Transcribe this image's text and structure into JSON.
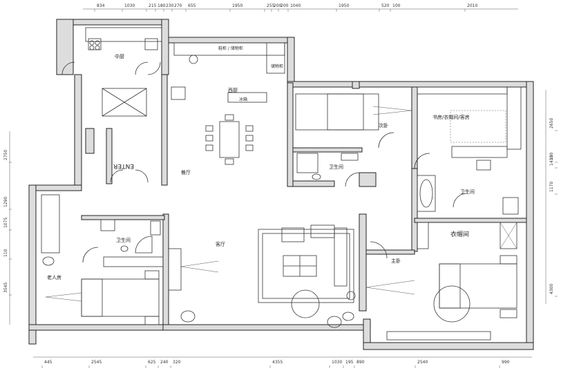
{
  "dimensions_top": [
    "834",
    "1030",
    "215",
    "180",
    "230",
    "270",
    "655",
    "1950",
    "255",
    "200",
    "200",
    "1040",
    "1950",
    "520",
    "100",
    "2010"
  ],
  "dimensions_bottom": [
    "445",
    "2545",
    "625",
    "240",
    "320",
    "4355",
    "1030",
    "195",
    "890",
    "2540",
    "990"
  ],
  "dimensions_left": [
    "2750",
    "1290",
    "1075",
    "110",
    "3545"
  ],
  "dimensions_right": [
    "2650",
    "130",
    "1430",
    "1170",
    "4300"
  ],
  "rooms": {
    "kitchen": "中厨",
    "western_kitchen": "西厨",
    "dining": "餐厅",
    "living": "客厅",
    "elder_room": "老人房",
    "bathroom1": "卫生间",
    "bathroom2": "卫生间",
    "bathroom3": "卫生间",
    "second_bedroom": "次卧",
    "study": "书房/衣帽间/客房",
    "master": "主卧",
    "wardrobe": "衣帽间",
    "entrance": "ENTER"
  },
  "labels": {
    "fridge": "冰箱",
    "cabinet": "鞋柜 / 储物柜",
    "storage": "储物柜"
  }
}
